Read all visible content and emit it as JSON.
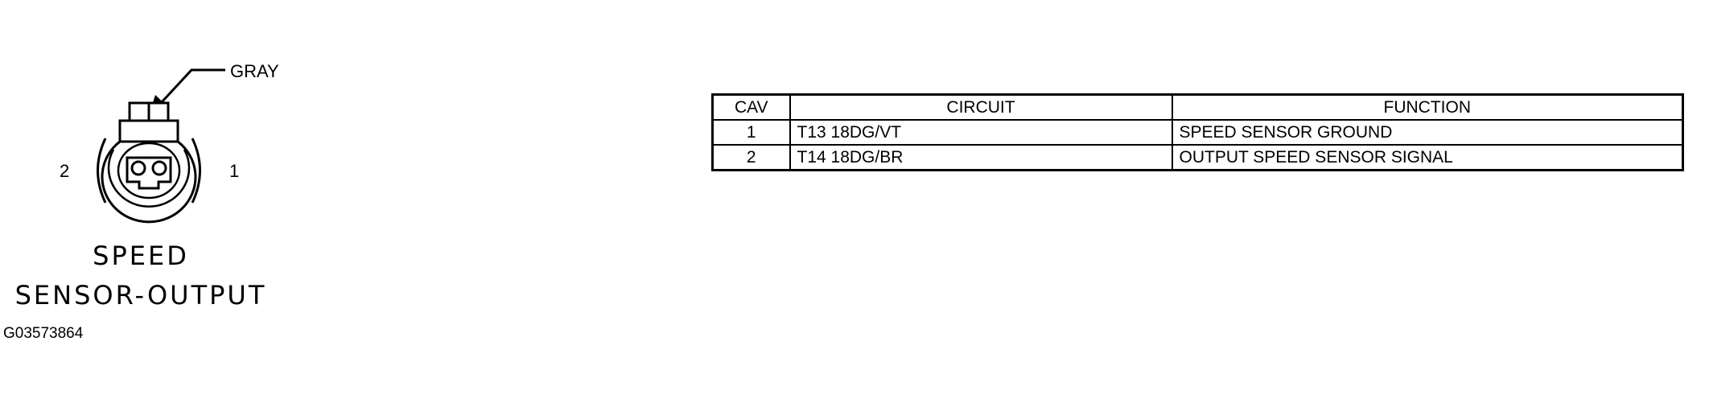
{
  "connector": {
    "color_label": "GRAY",
    "pin_left_label": "2",
    "pin_right_label": "1",
    "caption_line1": "SPEED",
    "caption_line2": "SENSOR-OUTPUT"
  },
  "figure_id": "G03573864",
  "table": {
    "headers": [
      "CAV",
      "CIRCUIT",
      "FUNCTION"
    ],
    "rows": [
      {
        "cav": "1",
        "circuit": "T13 18DG/VT",
        "function": "SPEED SENSOR GROUND"
      },
      {
        "cav": "2",
        "circuit": "T14 18DG/BR",
        "function": "OUTPUT SPEED SENSOR SIGNAL"
      }
    ]
  }
}
